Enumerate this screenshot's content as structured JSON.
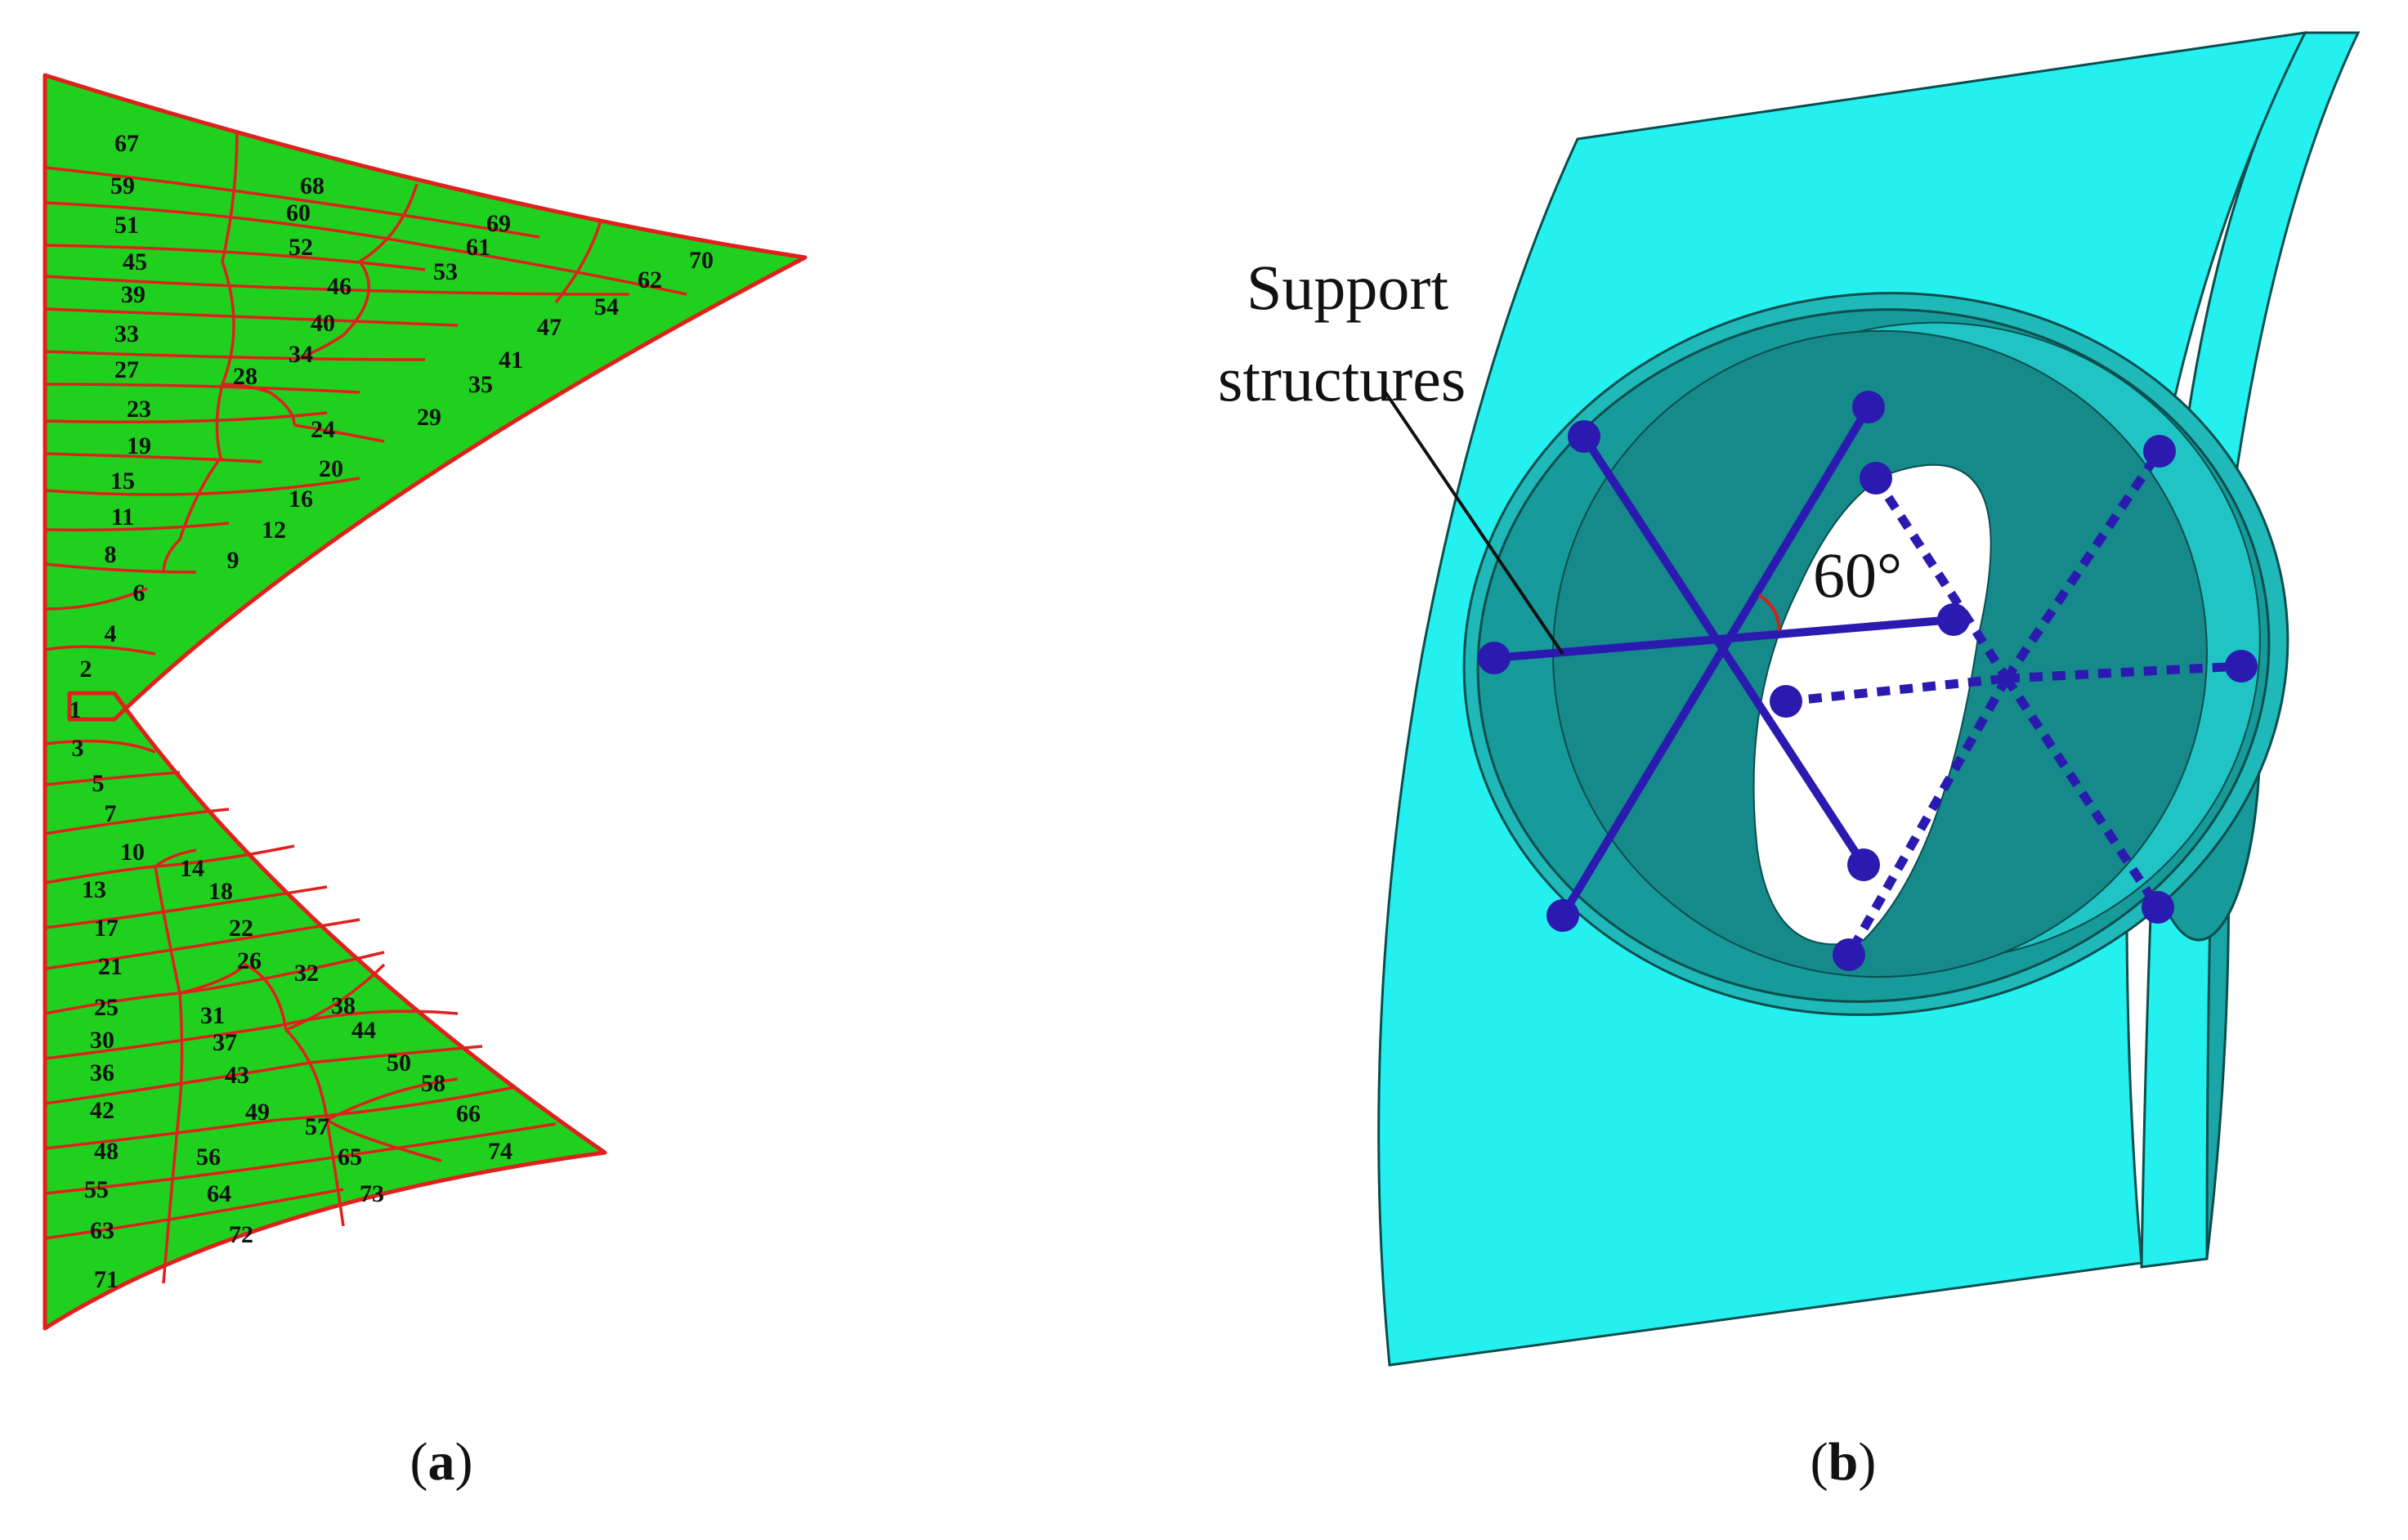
{
  "panel_a": {
    "element_numbers": [
      "67",
      "68",
      "59",
      "60",
      "69",
      "51",
      "70",
      "52",
      "61",
      "45",
      "62",
      "53",
      "46",
      "39",
      "54",
      "40",
      "47",
      "33",
      "34",
      "41",
      "28",
      "27",
      "35",
      "23",
      "24",
      "29",
      "19",
      "20",
      "15",
      "16",
      "11",
      "12",
      "8",
      "9",
      "6",
      "4",
      "2",
      "1",
      "3",
      "5",
      "7",
      "10",
      "14",
      "13",
      "18",
      "17",
      "22",
      "21",
      "26",
      "32",
      "25",
      "31",
      "38",
      "30",
      "37",
      "44",
      "36",
      "43",
      "50",
      "58",
      "42",
      "49",
      "57",
      "66",
      "48",
      "56",
      "65",
      "74",
      "55",
      "64",
      "73",
      "63",
      "72",
      "71"
    ],
    "caption_open": "(",
    "caption_letter": "a",
    "caption_close": ")",
    "colors": {
      "fill": "#1fd01f",
      "edges": "#e0201c"
    }
  },
  "panel_b": {
    "label_line1": "Support",
    "label_line2": "structures",
    "angle_label": "60°",
    "caption_open": "(",
    "caption_letter": "b",
    "caption_close": ")",
    "colors": {
      "plate": "#25f0f0",
      "interior": "#179a9a",
      "struts": "#2a1ab0",
      "angle_arc": "#d42020"
    }
  }
}
